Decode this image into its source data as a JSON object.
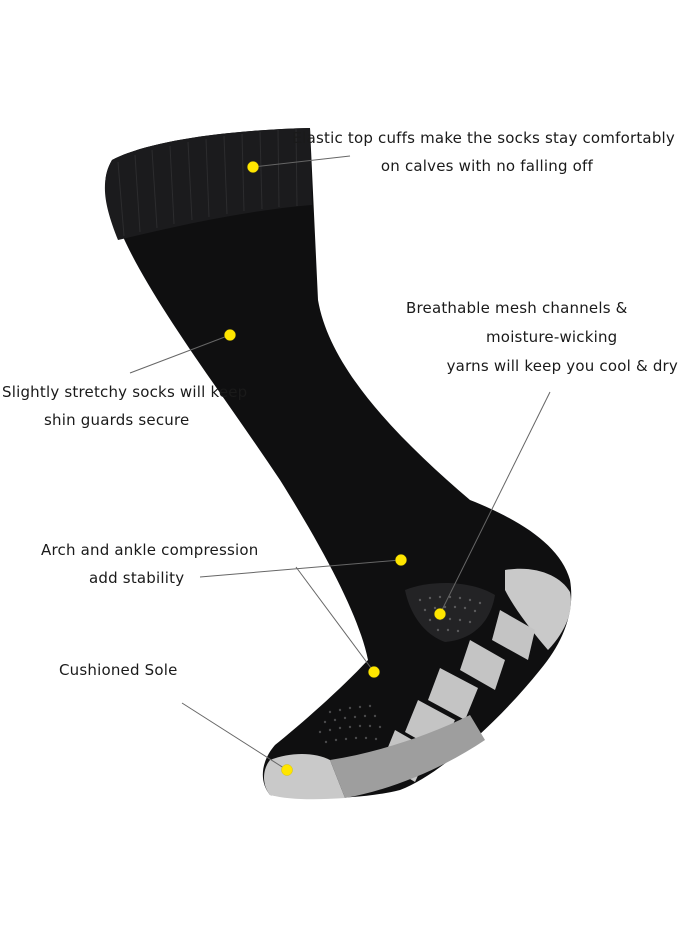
{
  "colors": {
    "sock": "#0f0f10",
    "sock_highlight": "#2a2a2c",
    "cushion": "#c9c9c9",
    "cushion_dark": "#9e9e9e",
    "dot": "#ffe600",
    "leader": "#666666"
  },
  "callouts": {
    "cuff": {
      "lines": [
        "Elastic top cuffs make the socks stay comfortably",
        "on calves with no falling off"
      ]
    },
    "mesh": {
      "lines": [
        "Breathable mesh channels &",
        "moisture-wicking",
        "yarns will keep you cool & dry"
      ]
    },
    "shin": {
      "lines": [
        "Slightly stretchy socks will keep",
        "shin guards secure"
      ]
    },
    "arch": {
      "lines": [
        "Arch and ankle compression",
        "add stability"
      ]
    },
    "sole": {
      "lines": [
        "Cushioned Sole"
      ]
    }
  }
}
